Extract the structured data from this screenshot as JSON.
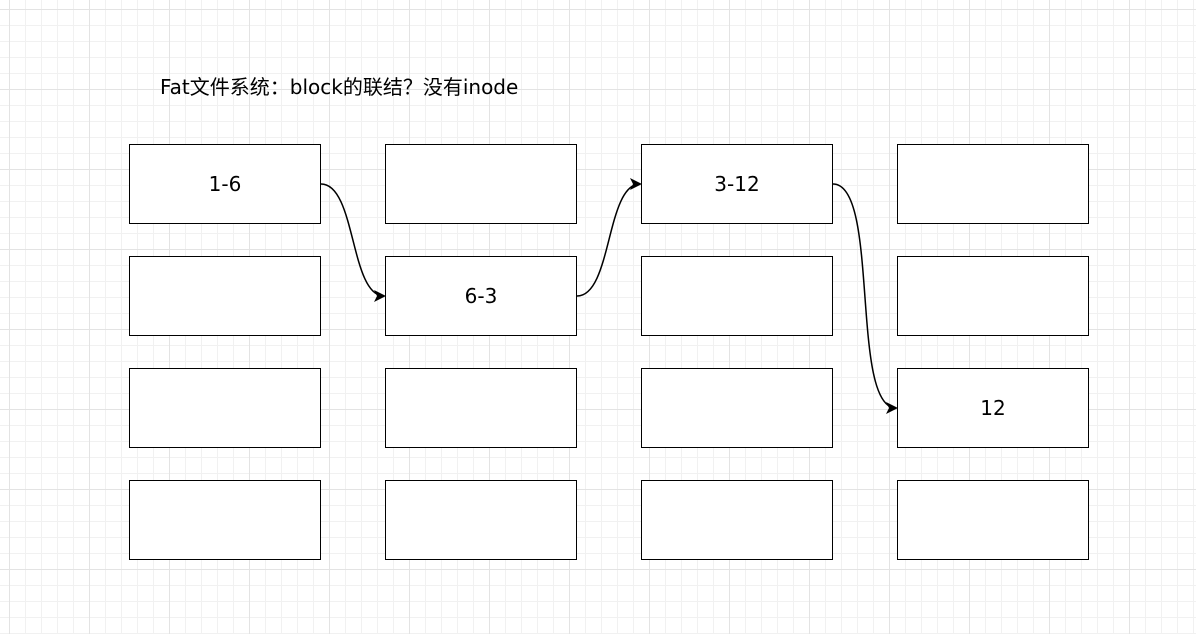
{
  "title": "Fat文件系统：block的联结？没有inode",
  "blocks": [
    [
      "1-6",
      "",
      "",
      ""
    ],
    [
      "",
      "6-3",
      "",
      ""
    ],
    [
      "3-12",
      "",
      "",
      ""
    ],
    [
      "",
      "",
      "12",
      ""
    ]
  ],
  "links": [
    {
      "from": "1-6",
      "to": "6-3"
    },
    {
      "from": "6-3",
      "to": "3-12"
    },
    {
      "from": "3-12",
      "to": "12"
    }
  ],
  "colors": {
    "stroke": "#000000",
    "fill": "#ffffff",
    "grid": "#e3e3e3"
  }
}
